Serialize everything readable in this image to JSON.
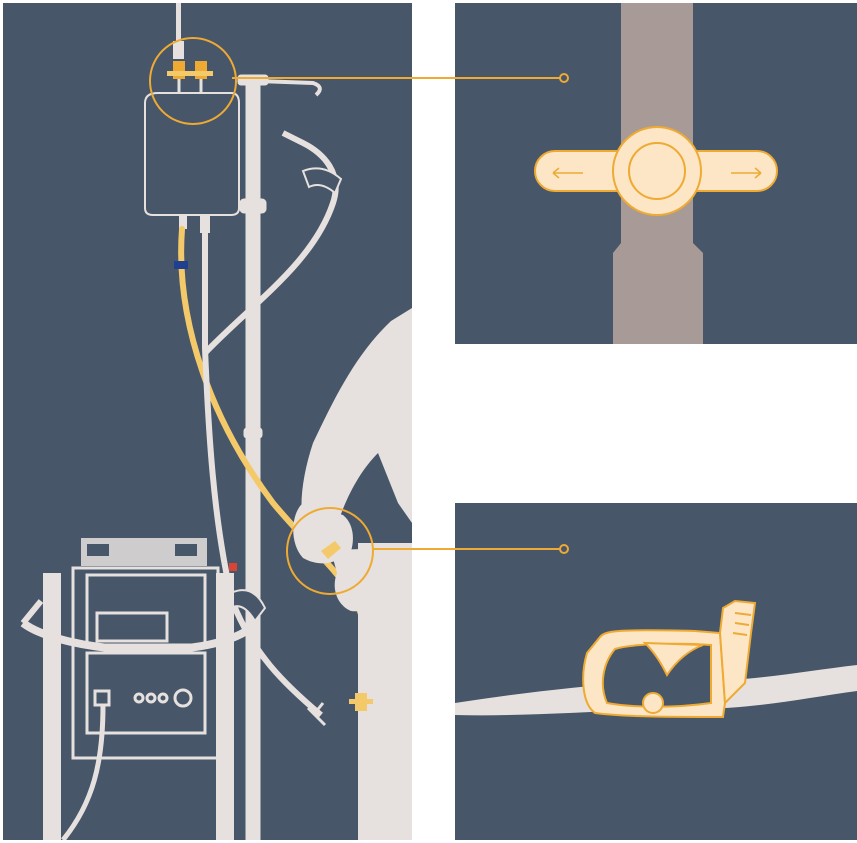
{
  "colors": {
    "panel_background": "#475669",
    "page_background": "#ffffff",
    "equipment_outline": "#e6e1de",
    "equipment_fill": "#475669",
    "highlight_stroke": "#eeaa33",
    "highlight_fill": "#fce6c6",
    "tube_highlight": "#f4c96a",
    "iv_pole": "#a89b97",
    "accent_blue": "#1f3f91",
    "accent_red": "#d94434"
  },
  "illustration": {
    "main_scene": "dialysis-bag-on-iv-pole-with-machine-and-clinician-hand",
    "callouts": [
      {
        "id": "clamp-detail",
        "icon": "two-way-clamp-icon"
      },
      {
        "id": "roller-clamp-detail",
        "icon": "slide-clamp-icon"
      }
    ]
  }
}
